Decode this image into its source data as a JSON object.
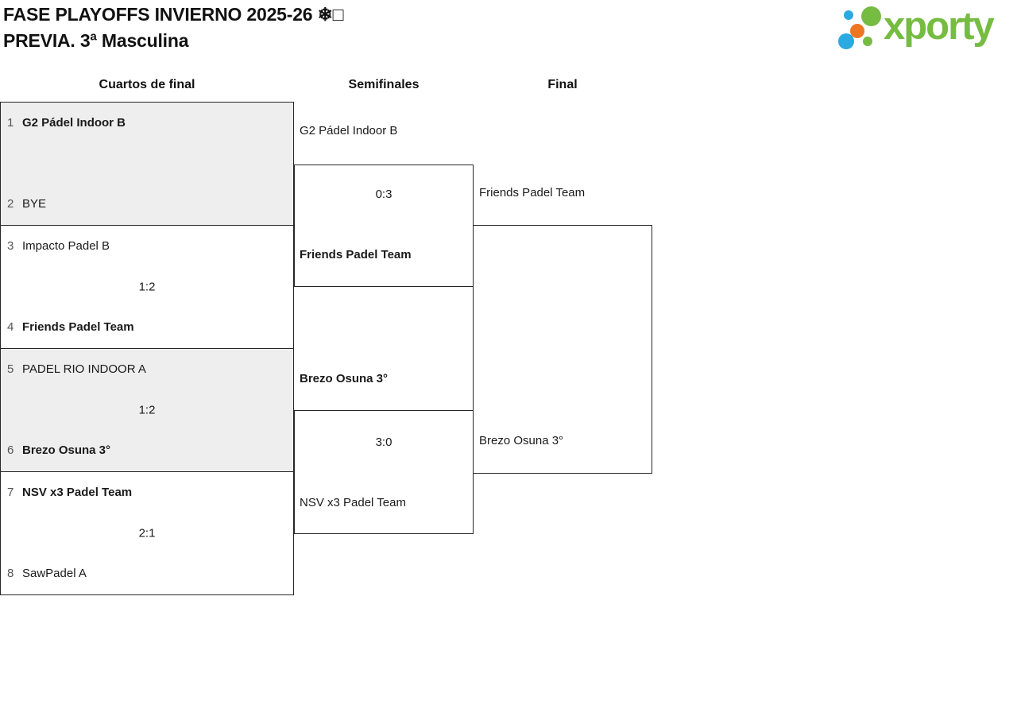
{
  "header": {
    "title_line1": "FASE PLAYOFFS INVIERNO 2025-26 ❄□",
    "title_line2": "PREVIA. 3ª Masculina",
    "logo_text": "xporty"
  },
  "rounds": {
    "quarterfinals_label": "Cuartos de final",
    "semifinals_label": "Semifinales",
    "final_label": "Final"
  },
  "bracket": {
    "quarterfinals": [
      {
        "seed_top": "1",
        "team_top": "G2 Pádel Indoor B",
        "score": "",
        "seed_bottom": "2",
        "team_bottom": "BYE"
      },
      {
        "seed_top": "3",
        "team_top": "Impacto Padel B",
        "score": "1:2",
        "seed_bottom": "4",
        "team_bottom": "Friends Padel Team"
      },
      {
        "seed_top": "5",
        "team_top": "PADEL RIO INDOOR A",
        "score": "1:2",
        "seed_bottom": "6",
        "team_bottom": "Brezo Osuna 3°"
      },
      {
        "seed_top": "7",
        "team_top": "NSV x3 Padel Team",
        "score": "2:1",
        "seed_bottom": "8",
        "team_bottom": "SawPadel A"
      }
    ],
    "semifinals": [
      {
        "team_top": "G2 Pádel Indoor B",
        "score": "0:3",
        "team_bottom": "Friends Padel Team"
      },
      {
        "team_top": "Brezo Osuna 3°",
        "score": "3:0",
        "team_bottom": "NSV x3 Padel Team"
      }
    ],
    "final": {
      "team_top": "Friends Padel Team",
      "team_bottom": "Brezo Osuna 3°",
      "score": ""
    }
  },
  "colors": {
    "logo_green": "#76BC43",
    "logo_blue": "#2BA9E1",
    "logo_orange": "#EE7623",
    "block_gray": "#EEEEEE",
    "line": "#262626"
  }
}
